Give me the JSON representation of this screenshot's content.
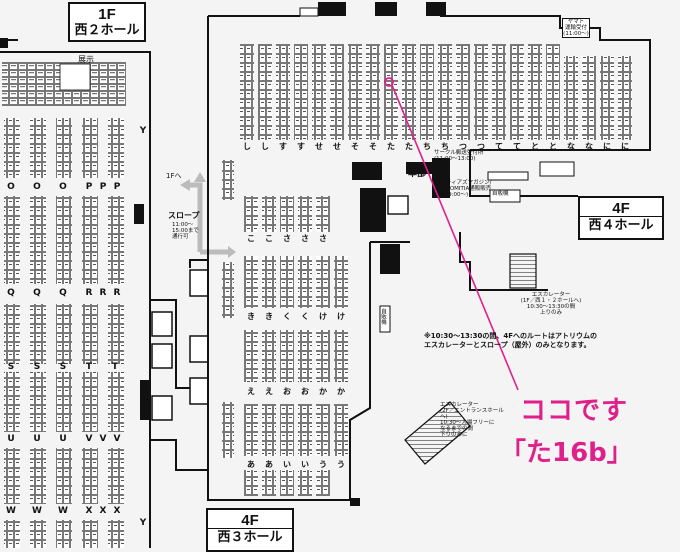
{
  "hall_west2": {
    "floor": "1F",
    "name": "西２ホール"
  },
  "hall_west4": {
    "floor": "4F",
    "name": "西４ホール"
  },
  "hall_west3": {
    "floor": "4F",
    "name": "西３ホール"
  },
  "west2": {
    "exhibit_label": "展示",
    "row_labels_bottom": [
      "O",
      "O",
      "O",
      "P",
      "P",
      "P",
      "Q",
      "Q",
      "Q",
      "R",
      "R",
      "R",
      "S",
      "S",
      "S",
      "T",
      "T",
      "U",
      "U",
      "U",
      "V",
      "V",
      "V",
      "W",
      "W",
      "W",
      "X",
      "X",
      "X",
      "Y",
      "Y"
    ],
    "side_y": "Y"
  },
  "center": {
    "to_1f": "1Fへ",
    "slope_title": "スロープ",
    "slope_note": "11:00～\n15:00まで\n通行可",
    "hq": "本部"
  },
  "west4": {
    "yamato": "ヤマト\n運輸受付\n(11:00～)",
    "circle_desk": "サークル郵送受付所\n(11:00～13:00)",
    "magazine": "ティアズマガジン/\nCOMITIA通販販売\n(9:00～)",
    "vending": "自販機",
    "row_top": [
      "し",
      "し",
      "す",
      "す",
      "せ",
      "せ",
      "そ",
      "そ",
      "た",
      "た",
      "ち",
      "ち",
      "つ",
      "つ",
      "て",
      "て",
      "と",
      "と",
      "な",
      "な",
      "に",
      "に"
    ],
    "row_mid": [
      "こ",
      "こ",
      "さ",
      "さ",
      "さ"
    ],
    "escalator_1": "エスカレーター\n(1F／西１・２ホールへ)\n10:30～13:30の間\n上りのみ",
    "notice": "※10:30～13:30の間、4Fへのルートはアトリウムの\nエスカレーターとスロープ（屋外）のみとなります。"
  },
  "west3": {
    "row_a": [
      "き",
      "き",
      "く",
      "く",
      "け",
      "け"
    ],
    "row_b": [
      "え",
      "え",
      "お",
      "お",
      "か",
      "か"
    ],
    "row_c": [
      "あ",
      "あ",
      "い",
      "い",
      "う",
      "う"
    ],
    "escalator_2": "エスカレーター\n(2F／エントランスホールへ)\n10:30～入場フリーに\nなるまでの間\n下りのみに",
    "vending": "自販機"
  },
  "annotation": {
    "line1": "ココです",
    "line2": "「た16b」",
    "color": "#e0208a"
  }
}
